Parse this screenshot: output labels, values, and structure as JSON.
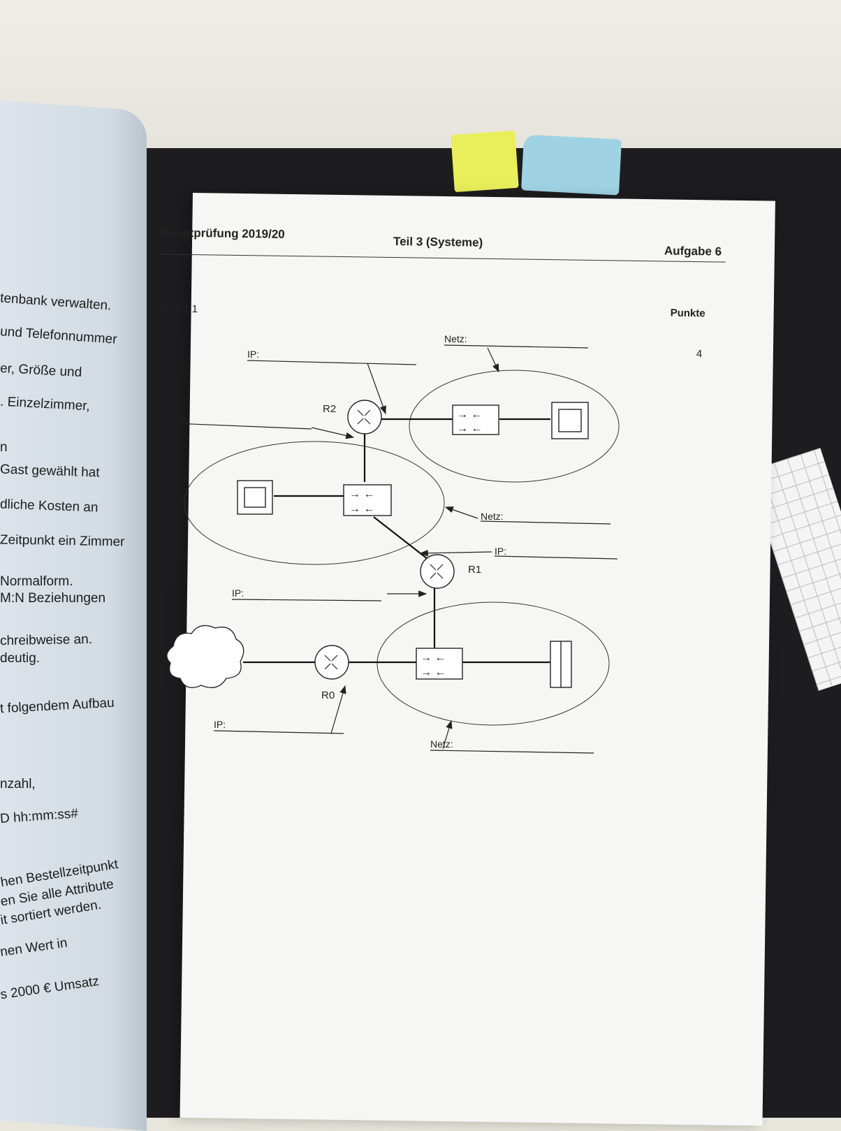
{
  "header": {
    "exam": "Hauptprüfung 2019/20",
    "part": "Teil 3 (Systeme)",
    "task": "Aufgabe 6"
  },
  "section": {
    "ref": "zu 6.1.1",
    "points_label": "Punkte",
    "points_value": "4"
  },
  "diagram": {
    "labels": {
      "netz": "Netz:",
      "ip": "IP:",
      "r0": "R0",
      "r1": "R1",
      "r2": "R2"
    }
  },
  "left_page": {
    "lines": [
      "tenbank verwalten.",
      "und Telefonnummer",
      "er, Größe und",
      ". Einzelzimmer,",
      "n",
      "Gast gewählt hat",
      "dliche Kosten an",
      "Zeitpunkt ein Zimmer",
      "Normalform.",
      "M:N Beziehungen",
      "chreibweise an.",
      "deutig.",
      "t folgendem Aufbau",
      "nzahl,",
      "D hh:mm:ss#",
      "hen Bestellzeitpunkt",
      "en Sie alle Attribute",
      "it sortiert werden.",
      "nen Wert in",
      "s 2000 € Umsatz"
    ]
  }
}
